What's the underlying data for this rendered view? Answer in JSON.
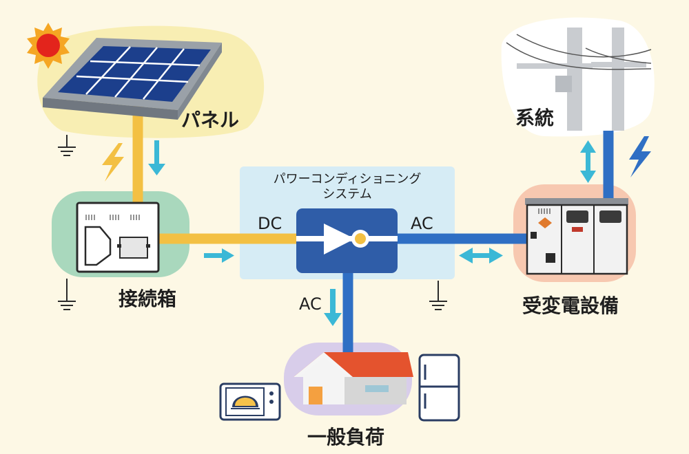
{
  "labels": {
    "panel": "パネル",
    "junction_box": "接続箱",
    "pcs_line1": "パワーコンディショニング",
    "pcs_line2": "システム",
    "dc": "DC",
    "ac_out": "AC",
    "ac_down": "AC",
    "grid": "系統",
    "substation": "受変電設備",
    "load": "一般負荷"
  },
  "colors": {
    "background": "#fdf8e5",
    "dc_line": "#f3c043",
    "ac_line": "#2f6fc4",
    "flow_arrow": "#3bb8d6",
    "panel_blob": "#f8eeb3",
    "junction_blob": "#a9d8bd",
    "pcs_box": "#d6ecf5",
    "substation_blob": "#f7c8b0",
    "load_blob": "#d8cdea"
  },
  "icons": [
    "sun-icon",
    "solar-panel-icon",
    "junction-box-icon",
    "inverter-icon",
    "utility-pole-icon",
    "switchgear-icon",
    "house-icon",
    "microwave-icon",
    "refrigerator-icon",
    "ground-icon",
    "lightning-icon"
  ]
}
